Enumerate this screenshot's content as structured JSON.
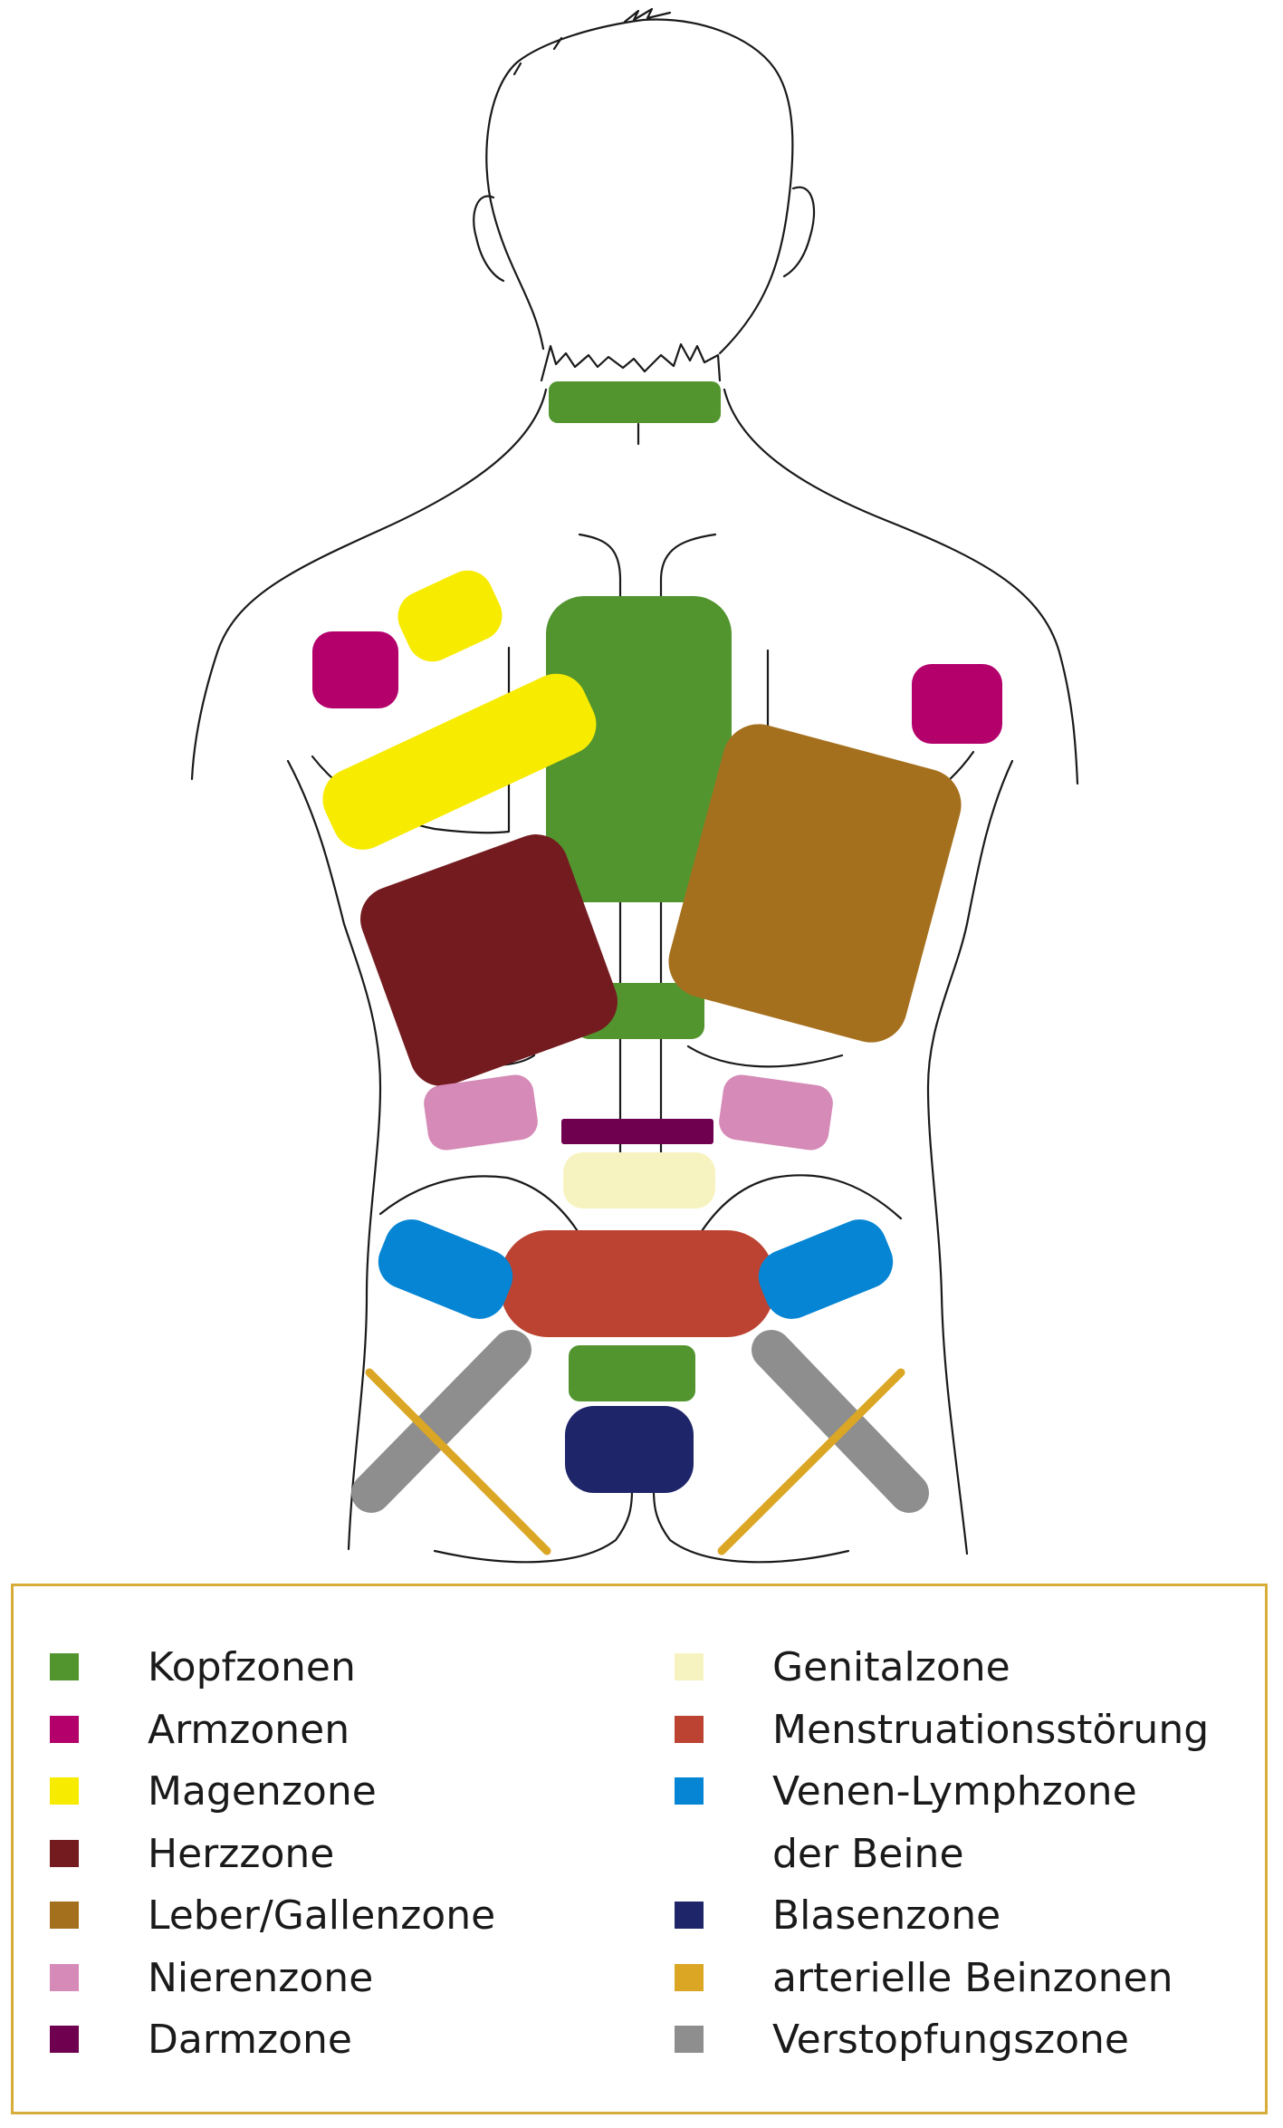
{
  "colors": {
    "kopf": "#52952f",
    "arm": "#b3006b",
    "magen": "#f7eb00",
    "herz": "#741b1f",
    "leber": "#a5701e",
    "niere": "#d58ab7",
    "darm": "#6e004f",
    "genital": "#f7f3c0",
    "menstruation": "#bc4332",
    "venen": "#0585d4",
    "blase": "#1e2569",
    "arteriell": "#dba624",
    "verstopfung": "#8e8e8e",
    "outline": "#1a1a1a",
    "frame": "#d7ad3a"
  },
  "legend": {
    "left": [
      {
        "label": "Kopfzonen",
        "color": "#52952f"
      },
      {
        "label": "Armzonen",
        "color": "#b3006b"
      },
      {
        "label": "Magenzone",
        "color": "#f7eb00"
      },
      {
        "label": "Herzzone",
        "color": "#741b1f"
      },
      {
        "label": "Leber/Gallenzone",
        "color": "#a5701e"
      },
      {
        "label": "Nierenzone",
        "color": "#d58ab7"
      },
      {
        "label": "Darmzone",
        "color": "#6e004f"
      }
    ],
    "right": [
      {
        "label": "Genitalzone",
        "color": "#f7f3c0"
      },
      {
        "label": "Menstruationsstörung",
        "color": "#bc4332"
      },
      {
        "label": "Venen-Lymphzone",
        "color": "#0585d4"
      },
      {
        "label": "der Beine",
        "color": ""
      },
      {
        "label": "Blasenzone",
        "color": "#1e2569"
      },
      {
        "label": "arterielle Beinzonen",
        "color": "#dba624"
      },
      {
        "label": "Verstopfungszone",
        "color": "#8e8e8e"
      }
    ]
  }
}
